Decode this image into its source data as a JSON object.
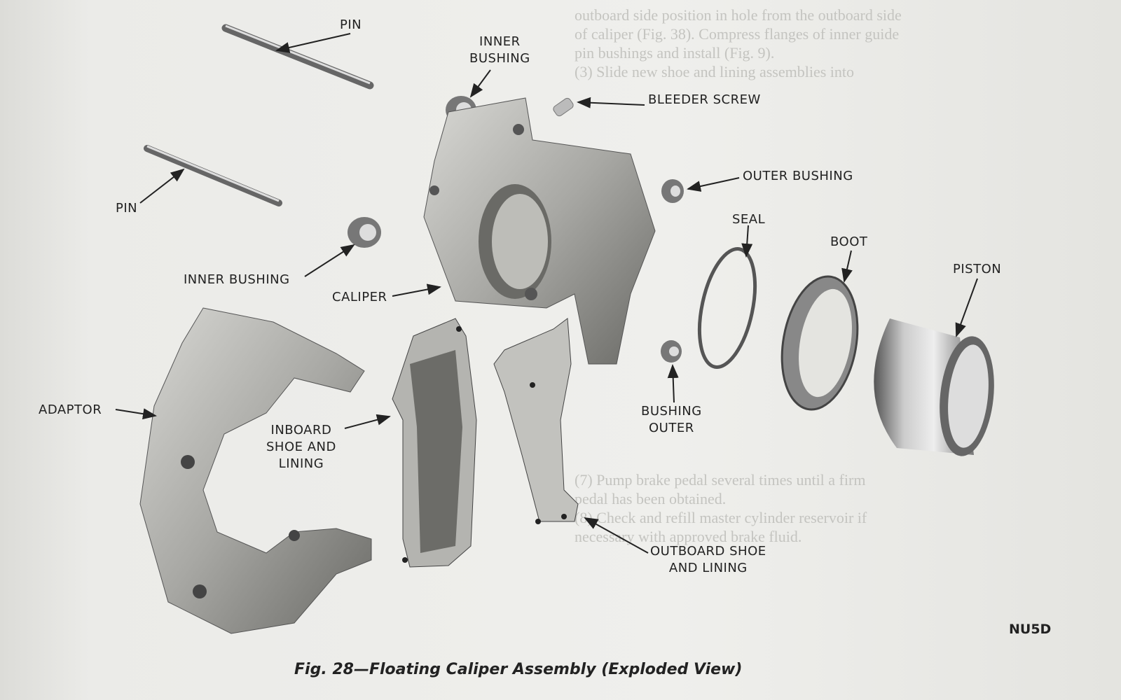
{
  "background_text": {
    "right_column": [
      "outboard side position in hole from the outboard side",
      "of caliper (Fig. 38). Compress flanges of inner guide",
      "pin bushings and install (Fig. 9).",
      "(3) Slide new shoe and lining assemblies into",
      "(7) Pump brake pedal several times until a firm",
      "pedal has been obtained.",
      "(8) Check and refill master cylinder reservoir if",
      "necessary with approved brake fluid."
    ]
  },
  "labels": {
    "pin_top": "PIN",
    "inner_bushing_top": [
      "INNER",
      "BUSHING"
    ],
    "bleeder_screw": "BLEEDER SCREW",
    "outer_bushing": "OUTER BUSHING",
    "pin_lower": "PIN",
    "seal": "SEAL",
    "boot": "BOOT",
    "piston": "PISTON",
    "inner_bushing_lower": "INNER BUSHING",
    "caliper": "CALIPER",
    "adaptor": "ADAPTOR",
    "inboard_shoe": [
      "INBOARD",
      "SHOE AND",
      "LINING"
    ],
    "bushing_outer": [
      "BUSHING",
      "OUTER"
    ],
    "outboard_shoe": [
      "OUTBOARD SHOE",
      "AND LINING"
    ]
  },
  "figure_code": "NU5D",
  "caption": "Fig. 28—Floating Caliper Assembly (Exploded View)"
}
